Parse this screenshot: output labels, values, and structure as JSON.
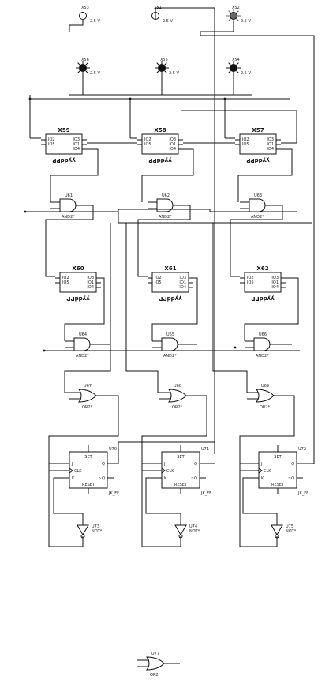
{
  "sources": [
    {
      "ref": "X53",
      "value": "2.5 V",
      "kind": "off"
    },
    {
      "ref": "X51",
      "value": "2.5 V",
      "kind": "off"
    },
    {
      "ref": "X52",
      "value": "2.5 V",
      "kind": "grey"
    },
    {
      "ref": "X56",
      "value": "2.5 V",
      "kind": "lit"
    },
    {
      "ref": "X55",
      "value": "2.5 V",
      "kind": "lit"
    },
    {
      "ref": "X54",
      "value": "2.5 V",
      "kind": "lit"
    }
  ],
  "modules": [
    {
      "ref": "X59",
      "pins_left": [
        "IO2",
        "IO5"
      ],
      "pins_right": [
        "IO3",
        "IO1",
        "IO4"
      ],
      "part": "yyddPP"
    },
    {
      "ref": "X58",
      "pins_left": [
        "IO2",
        "IO5"
      ],
      "pins_right": [
        "IO3",
        "IO1",
        "IO4"
      ],
      "part": "yyddPP"
    },
    {
      "ref": "X57",
      "pins_left": [
        "IO2",
        "IO5"
      ],
      "pins_right": [
        "IO3",
        "IO1",
        "IO4"
      ],
      "part": "yyddPP"
    },
    {
      "ref": "X60",
      "pins_left": [
        "IO2",
        "IO5"
      ],
      "pins_right": [
        "IO3",
        "IO1",
        "IO4"
      ],
      "part": "yyddPP"
    },
    {
      "ref": "X61",
      "pins_left": [
        "IO2",
        "IO5"
      ],
      "pins_right": [
        "IO3",
        "IO1",
        "IO4"
      ],
      "part": "yyddPP"
    },
    {
      "ref": "X62",
      "pins_left": [
        "IO2",
        "IO5"
      ],
      "pins_right": [
        "IO3",
        "IO1",
        "IO4"
      ],
      "part": "yyddPP"
    }
  ],
  "and_gates": [
    {
      "ref": "U61",
      "type": "AND2*"
    },
    {
      "ref": "U62",
      "type": "AND2*"
    },
    {
      "ref": "U63",
      "type": "AND2*"
    },
    {
      "ref": "U64",
      "type": "AND2*"
    },
    {
      "ref": "U65",
      "type": "AND2*"
    },
    {
      "ref": "U66",
      "type": "AND2*"
    }
  ],
  "or_gates": [
    {
      "ref": "U67",
      "type": "OR2*"
    },
    {
      "ref": "U68",
      "type": "OR2*"
    },
    {
      "ref": "U69",
      "type": "OR2*"
    },
    {
      "ref": "U77",
      "type": "OR2"
    }
  ],
  "flipflops": [
    {
      "ref": "U70",
      "type": "JK_FF",
      "set": "SET",
      "reset": "RESET",
      "j": "J",
      "clk": "CLK",
      "k": "K",
      "q": "Q",
      "qn": "~Q"
    },
    {
      "ref": "U71",
      "type": "JK_FF",
      "set": "SET",
      "reset": "RESET",
      "j": "J",
      "clk": "CLK",
      "k": "K",
      "q": "Q",
      "qn": "~Q"
    },
    {
      "ref": "U72",
      "type": "JK_FF",
      "set": "SET",
      "reset": "RESET",
      "j": "J",
      "clk": "CLK",
      "k": "K",
      "q": "Q",
      "qn": "~Q"
    }
  ],
  "inverters": [
    {
      "ref": "U73",
      "type": "NOT*"
    },
    {
      "ref": "U74",
      "type": "NOT*"
    },
    {
      "ref": "U75",
      "type": "NOT*"
    }
  ],
  "colors": {
    "wire": "#111111",
    "lamp_lit": "#111111",
    "lamp_grey": "#666666",
    "lamp_off": "#ffffff"
  }
}
